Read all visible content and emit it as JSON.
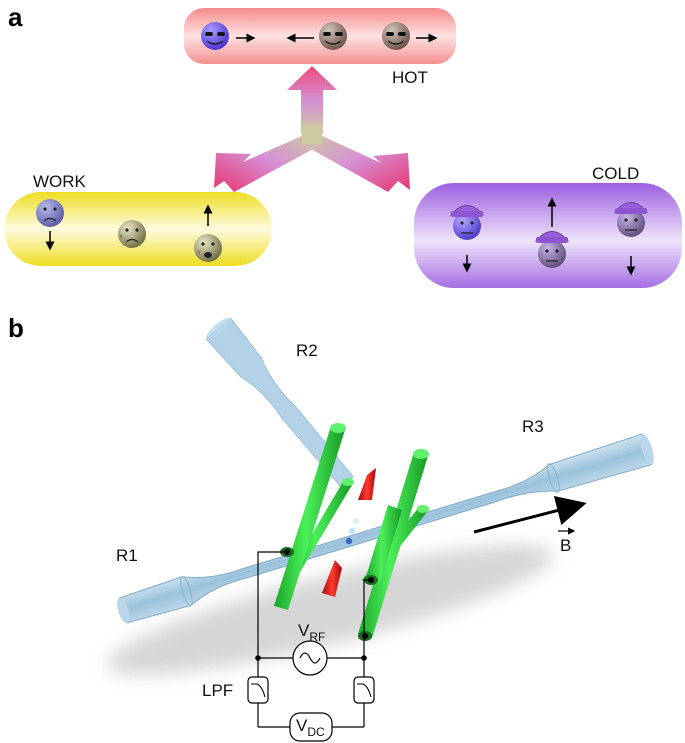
{
  "panel_a": {
    "letter": "a",
    "reservoirs": {
      "hot": "HOT",
      "work": "WORK",
      "cold": "COLD"
    }
  },
  "panel_b": {
    "letter": "b",
    "beams": [
      "R1",
      "R2",
      "R3"
    ],
    "field_label": "B",
    "circuit": {
      "rf_main": "V",
      "rf_sub": "RF",
      "dc_main": "V",
      "dc_sub": "DC",
      "filter": "LPF"
    }
  },
  "colors": {
    "hot_band": "#f7a0a0",
    "work_band": "#f1e33a",
    "cold_band": "#a66fe0",
    "electrode": "#2fd13f",
    "needle": "#e0161a",
    "beam": "#9cc6e2"
  }
}
